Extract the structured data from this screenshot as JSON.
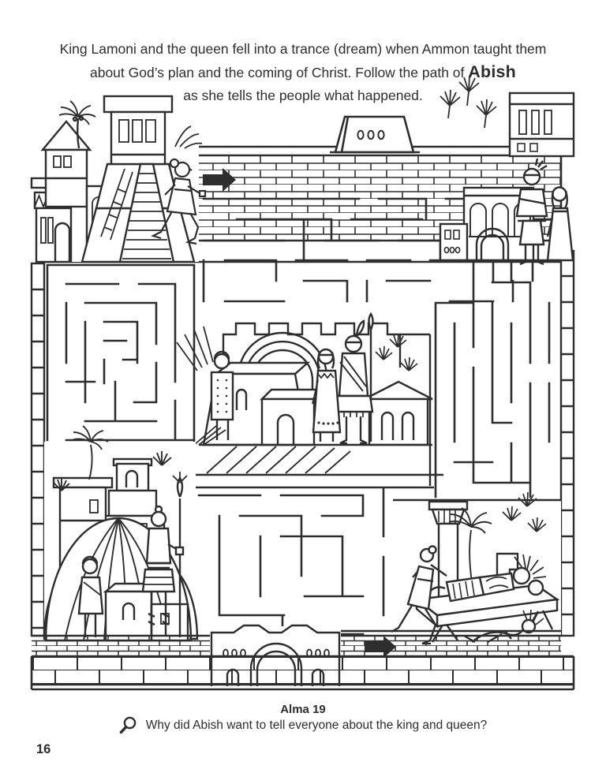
{
  "page": {
    "paper_color": "#ffffff",
    "ink_color": "#2e2e2e",
    "page_number": "16"
  },
  "header": {
    "line1": "King Lamoni and the queen fell into a trance (dream) when Ammon taught them",
    "line2_pre": "about God’s plan and the coming of Christ. Follow the path of ",
    "line2_bold": "Abish",
    "line3": "as she tells the people what happened."
  },
  "maze": {
    "caption": "Alma 19",
    "start_marker": "black right arrow at maze entrance (top left)",
    "end_marker": "black right arrow at maze exit (bottom right)"
  },
  "footer": {
    "question": "Why did Abish want to tell everyone about the king and queen?"
  }
}
